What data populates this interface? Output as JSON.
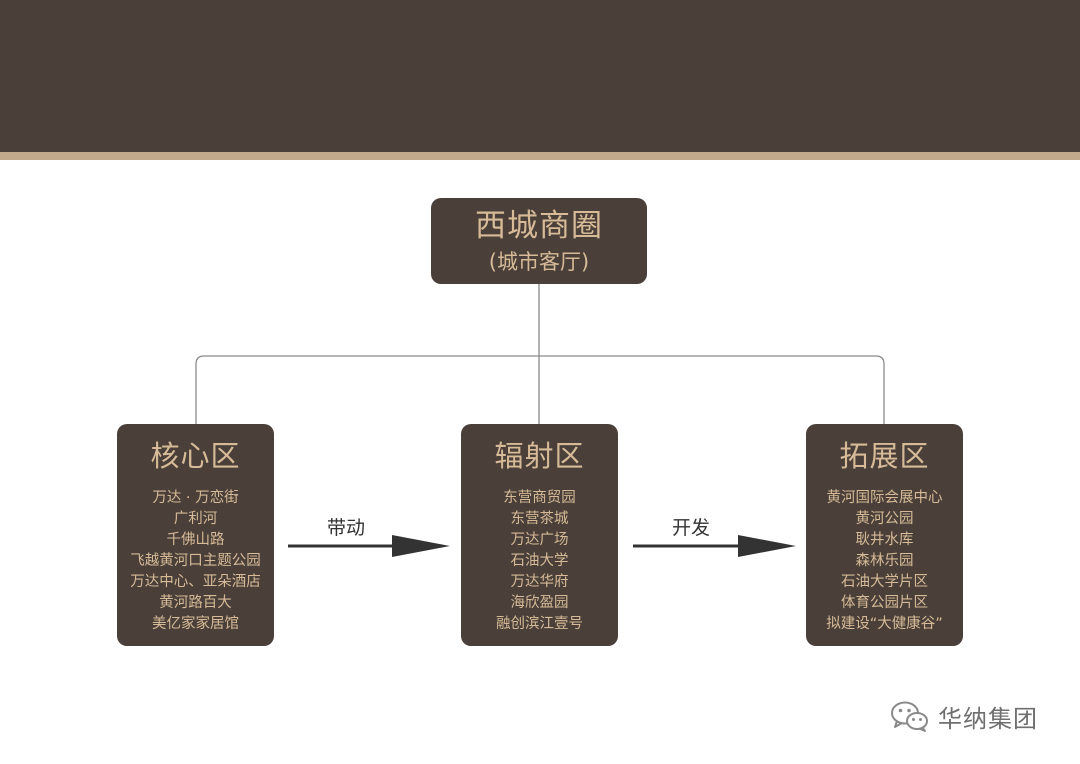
{
  "root": {
    "title": "西城商圈",
    "subtitle": "(城市客厅)"
  },
  "nodes": [
    {
      "title": "核心区",
      "items": [
        "万达 · 万恋街",
        "广利河",
        "千佛山路",
        "飞越黄河口主题公园",
        "万达中心、亚朵酒店",
        "黄河路百大",
        "美亿家家居馆"
      ]
    },
    {
      "title": "辐射区",
      "items": [
        "东营商贸园",
        "东营茶城",
        "万达广场",
        "石油大学",
        "万达华府",
        "海欣盈园",
        "融创滨江壹号"
      ]
    },
    {
      "title": "拓展区",
      "items": [
        "黄河国际会展中心",
        "黄河公园",
        "耿井水库",
        "森林乐园",
        "石油大学片区",
        "体育公园片区",
        "拟建设“大健康谷”"
      ]
    }
  ],
  "arrows": [
    {
      "label": "带动"
    },
    {
      "label": "开发"
    }
  ],
  "watermark": {
    "text": "华纳集团",
    "icon": "wechat-icon"
  },
  "colors": {
    "dark": "#4a4039",
    "accent": "#c2a98c",
    "box_text": "#d7ba97",
    "line": "#8a8a8a",
    "arrow": "#333333"
  }
}
